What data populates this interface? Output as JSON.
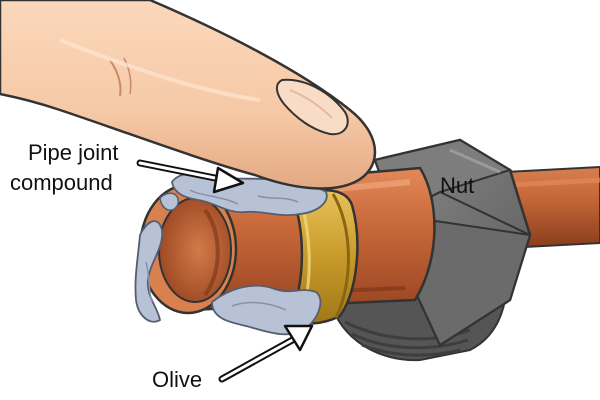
{
  "labels": {
    "compound_line1": "Pipe joint",
    "compound_line2": "compound",
    "nut": "Nut",
    "olive": "Olive"
  },
  "colors": {
    "skin": "#f6c9a6",
    "skin_shadow": "#d89a74",
    "copper": "#c8693a",
    "copper_dark": "#8a3c1c",
    "copper_light": "#e2895a",
    "pipe_interior": "#b85a30",
    "brass": "#c89a2a",
    "brass_light": "#e6c25a",
    "nut": "#707070",
    "nut_dark": "#4f4f4f",
    "compound": "#b7c2d6",
    "outline": "#333333"
  }
}
